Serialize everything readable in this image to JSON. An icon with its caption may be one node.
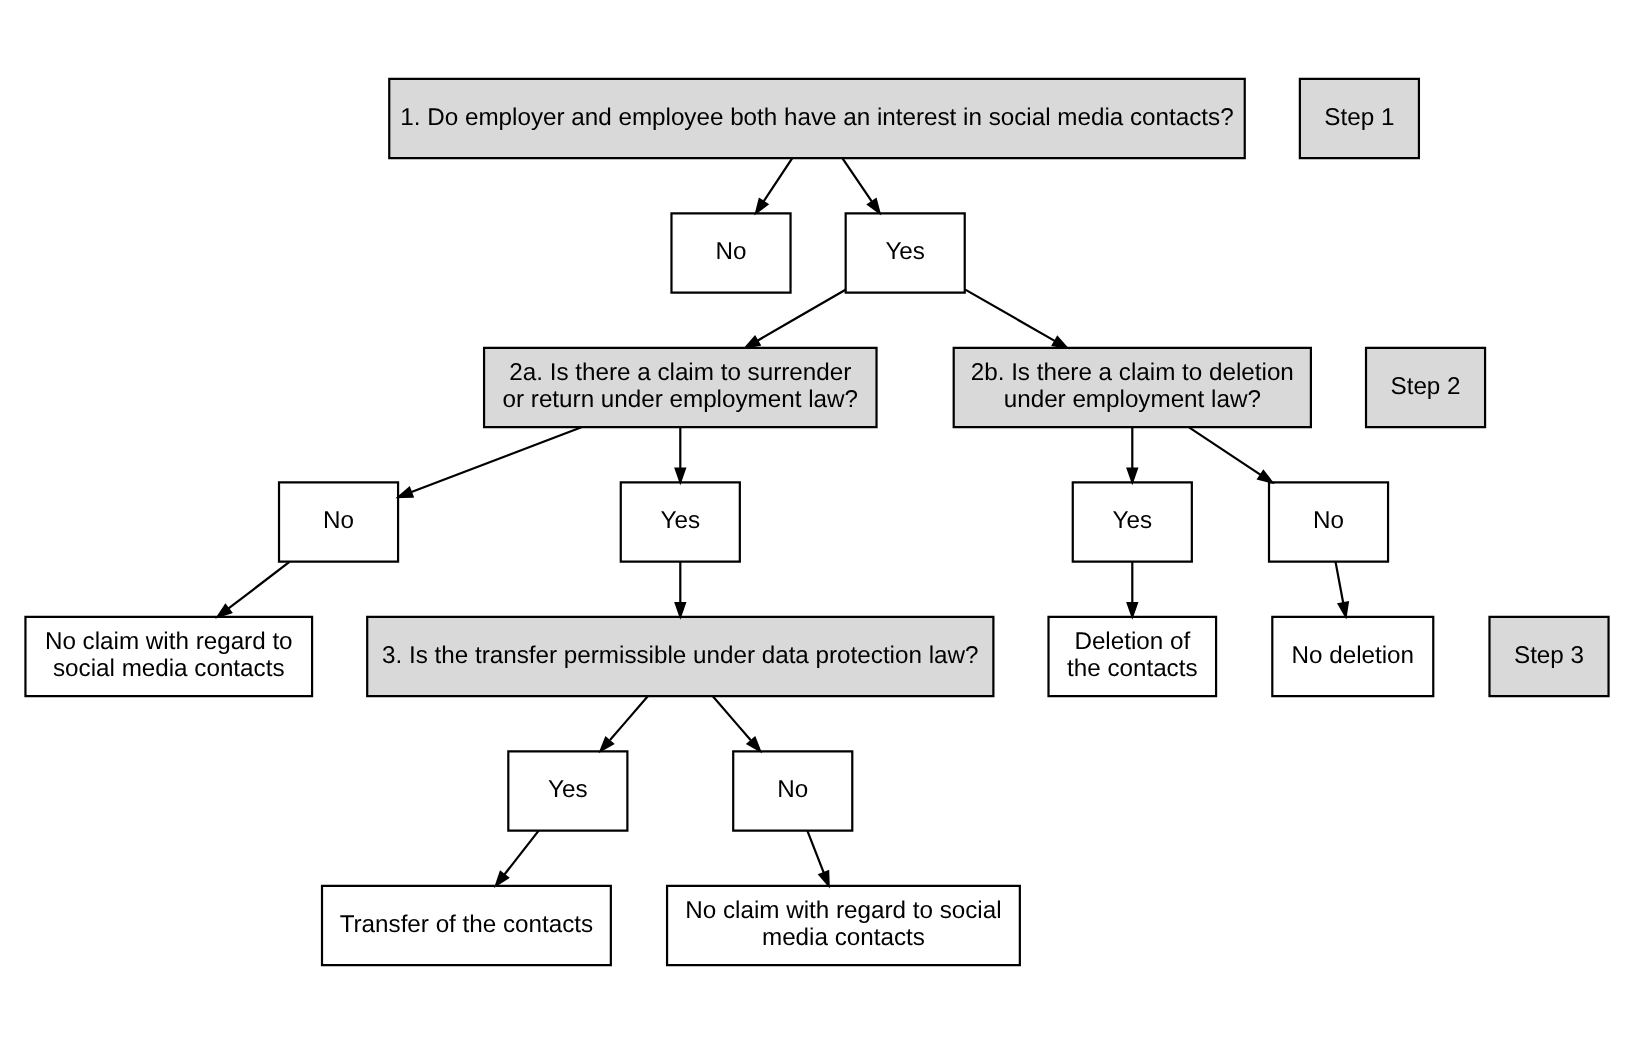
{
  "diagram": {
    "nodes": [
      {
        "text": [
          "1. Do employer and employee both have an interest in social media contacts?"
        ]
      },
      {
        "text": [
          "No"
        ]
      },
      {
        "text": [
          "Yes"
        ]
      },
      {
        "text": [
          "2a. Is there a claim to surrender or return under employment law?"
        ]
      },
      {
        "text": [
          "2b. Is there a claim to deletion under employment law?"
        ]
      },
      {
        "text": [
          "No"
        ]
      },
      {
        "text": [
          "Yes"
        ]
      },
      {
        "text": [
          "Yes"
        ]
      },
      {
        "text": [
          "No"
        ]
      },
      {
        "text": [
          "No claim with regard to social media contacts"
        ]
      },
      {
        "text": [
          "Deletion of the contacts"
        ]
      },
      {
        "text": [
          "No deletion"
        ]
      },
      {
        "text": [
          "3. Is the transfer permissible under data protection law?"
        ]
      },
      {
        "text": [
          "Yes"
        ]
      },
      {
        "text": [
          "No"
        ]
      },
      {
        "text": [
          "Transfer of the contacts"
        ]
      },
      {
        "text": [
          "No claim with regard to social media contacts"
        ]
      },
      {
        "text": [
          "Step 1"
        ]
      },
      {
        "text": [
          "Step 2"
        ]
      },
      {
        "text": [
          "Step 3"
        ]
      }
    ],
    "edges": [
      {
        "from": 0,
        "to": 1,
        "arrow": "to"
      },
      {
        "from": 0,
        "to": 2,
        "arrow": "to"
      },
      {
        "from": 2,
        "to": 3,
        "arrow": "to"
      },
      {
        "from": 2,
        "to": 4,
        "arrow": "to"
      },
      {
        "from": 3,
        "to": 5,
        "arrow": "to"
      },
      {
        "from": 3,
        "to": 6,
        "arrow": "to"
      },
      {
        "from": 4,
        "to": 7,
        "arrow": "to"
      },
      {
        "from": 4,
        "to": 8,
        "arrow": "to"
      },
      {
        "from": 5,
        "to": 9,
        "arrow": "to"
      },
      {
        "from": 7,
        "to": 10,
        "arrow": "to"
      },
      {
        "from": 8,
        "to": 11,
        "arrow": "to"
      },
      {
        "from": 6,
        "to": 12,
        "arrow": "to"
      },
      {
        "from": 12,
        "to": 13,
        "arrow": "to"
      },
      {
        "from": 12,
        "to": 14,
        "arrow": "to"
      },
      {
        "from": 13,
        "to": 15,
        "arrow": "to"
      },
      {
        "from": 14,
        "to": 16,
        "arrow": "to"
      }
    ]
  }
}
